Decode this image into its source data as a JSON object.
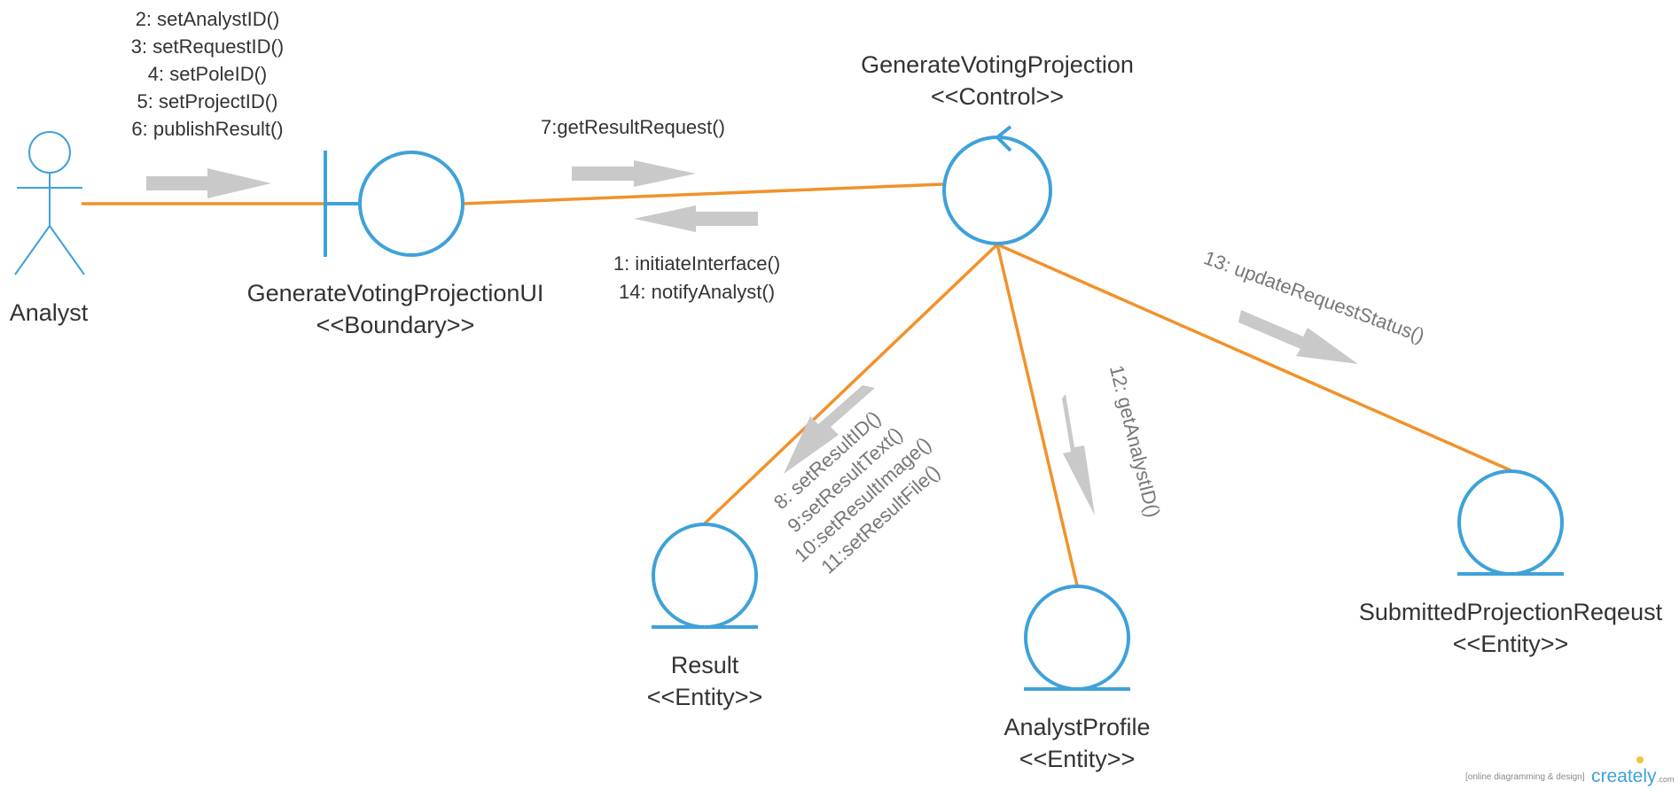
{
  "actor": {
    "name": "Analyst"
  },
  "boundary": {
    "name": "GenerateVotingProjectionUI",
    "stereotype": "<<Boundary>>"
  },
  "control": {
    "name": "GenerateVotingProjection",
    "stereotype": "<<Control>>"
  },
  "entities": {
    "result": {
      "name": "Result",
      "stereotype": "<<Entity>>"
    },
    "analyst_profile": {
      "name": "AnalystProfile",
      "stereotype": "<<Entity>>"
    },
    "submitted": {
      "name": "SubmittedProjectionReqeust",
      "stereotype": "<<Entity>>"
    }
  },
  "messages": {
    "actor_to_ui": [
      "2: setAnalystID()",
      "3: setRequestID()",
      "4: setPoleID()",
      "5: setProjectID()",
      "6: publishResult()"
    ],
    "ui_to_control": "7:getResultRequest()",
    "control_to_ui": [
      "1: initiateInterface()",
      "14: notifyAnalyst()"
    ],
    "control_to_result": [
      "8: setResultID()",
      "9:setResultText()",
      "10:setResultImage()",
      "11:setResultFile()"
    ],
    "control_to_profile": "12: getAnalystID()",
    "control_to_submitted": "13: updateRequestStatus()"
  },
  "watermark": {
    "tagline": "[online diagramming & design]",
    "brand": "creately",
    "suffix": ".com"
  },
  "colors": {
    "shape": "#3fa1d9",
    "link": "#f0922b",
    "arrow": "#c9c9c9",
    "text": "#333333"
  }
}
